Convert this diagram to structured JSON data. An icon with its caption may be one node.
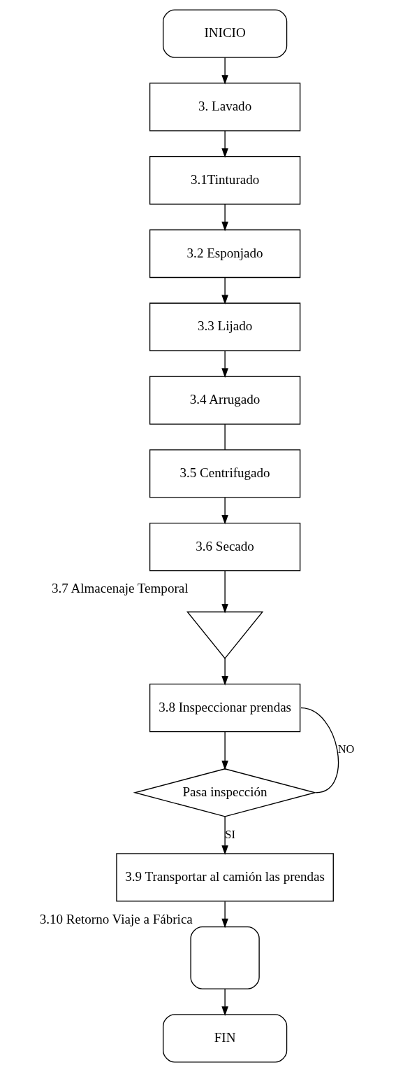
{
  "diagram": {
    "nodes": [
      {
        "text": [
          "INICIO"
        ]
      },
      {
        "text": [
          "3. Lavado"
        ]
      },
      {
        "text": [
          "3.1Tinturado"
        ]
      },
      {
        "text": [
          "3.2 Esponjado"
        ]
      },
      {
        "text": [
          "3.3 Lijado"
        ]
      },
      {
        "text": [
          "3.4 Arrugado"
        ]
      },
      {
        "text": [
          "3.5 Centrifugado"
        ]
      },
      {
        "text": [
          "3.6 Secado"
        ]
      },
      {
        "text": [],
        "shape": "triangle",
        "beside": [
          "3.7 Almacenaje Temporal"
        ]
      },
      {
        "text": [
          "3.8 Inspeccionar prendas"
        ]
      },
      {
        "text": [
          "Pasa inspección"
        ]
      },
      {
        "text": [
          "3.9 Transportar al camión las prendas"
        ]
      },
      {
        "text": [],
        "shape": "delay",
        "beside": [
          "3.10 Retorno Viaje a Fábrica"
        ]
      },
      {
        "text": [
          "FIN"
        ]
      }
    ],
    "edges": [
      {
        "from": 0,
        "to": 1,
        "arrow": "to"
      },
      {
        "from": 1,
        "to": 2,
        "arrow": "to"
      },
      {
        "from": 2,
        "to": 3,
        "arrow": "to"
      },
      {
        "from": 3,
        "to": 4,
        "arrow": "to"
      },
      {
        "from": 4,
        "to": 5,
        "arrow": "to"
      },
      {
        "from": 5,
        "to": 6,
        "arrow": "none"
      },
      {
        "from": 6,
        "to": 7,
        "arrow": "to"
      },
      {
        "from": 7,
        "to": 8,
        "arrow": "to"
      },
      {
        "from": 8,
        "to": 9,
        "arrow": "to"
      },
      {
        "from": 9,
        "to": 10,
        "arrow": "to"
      },
      {
        "from": 10,
        "to": 9,
        "label": "NO",
        "arrow": "none"
      },
      {
        "from": 10,
        "to": 11,
        "label": "SI",
        "arrow": "to"
      },
      {
        "from": 11,
        "to": 12,
        "arrow": "to"
      },
      {
        "from": 12,
        "to": 13,
        "arrow": "to"
      }
    ]
  }
}
